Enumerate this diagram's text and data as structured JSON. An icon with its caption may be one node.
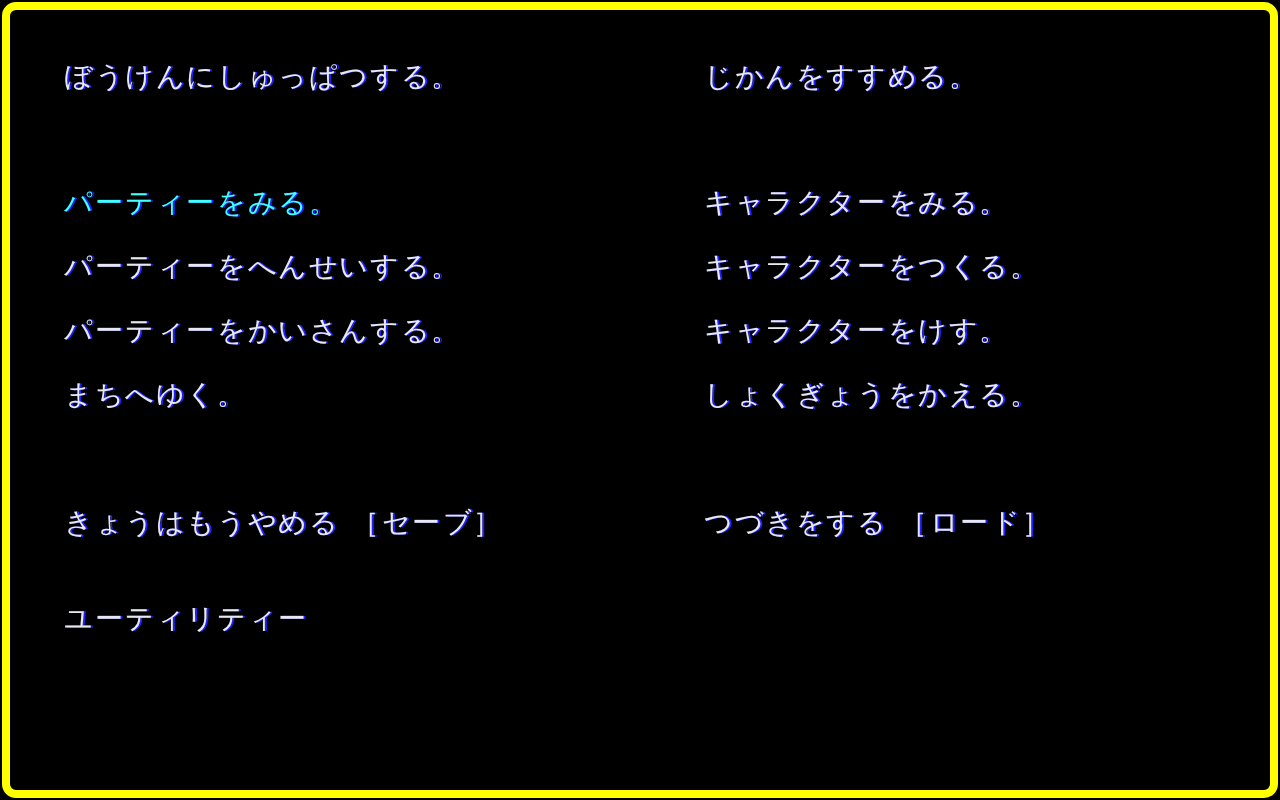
{
  "diagram": {
    "labels": [
      "ぼうけんにしゅっぱつする。",
      "じかんをすすめる。",
      "パーティーをみる。",
      "キャラクターをみる。",
      "パーティーをへんせいする。",
      "キャラクターをつくる。",
      "パーティーをかいさんする。",
      "キャラクターをけす。",
      "まちへゆく。",
      "しょくぎょうをかえる。",
      "きょうはもうやめる ［セーブ］",
      "つづきをする ［ロード］",
      "ユーティリティー"
    ]
  }
}
